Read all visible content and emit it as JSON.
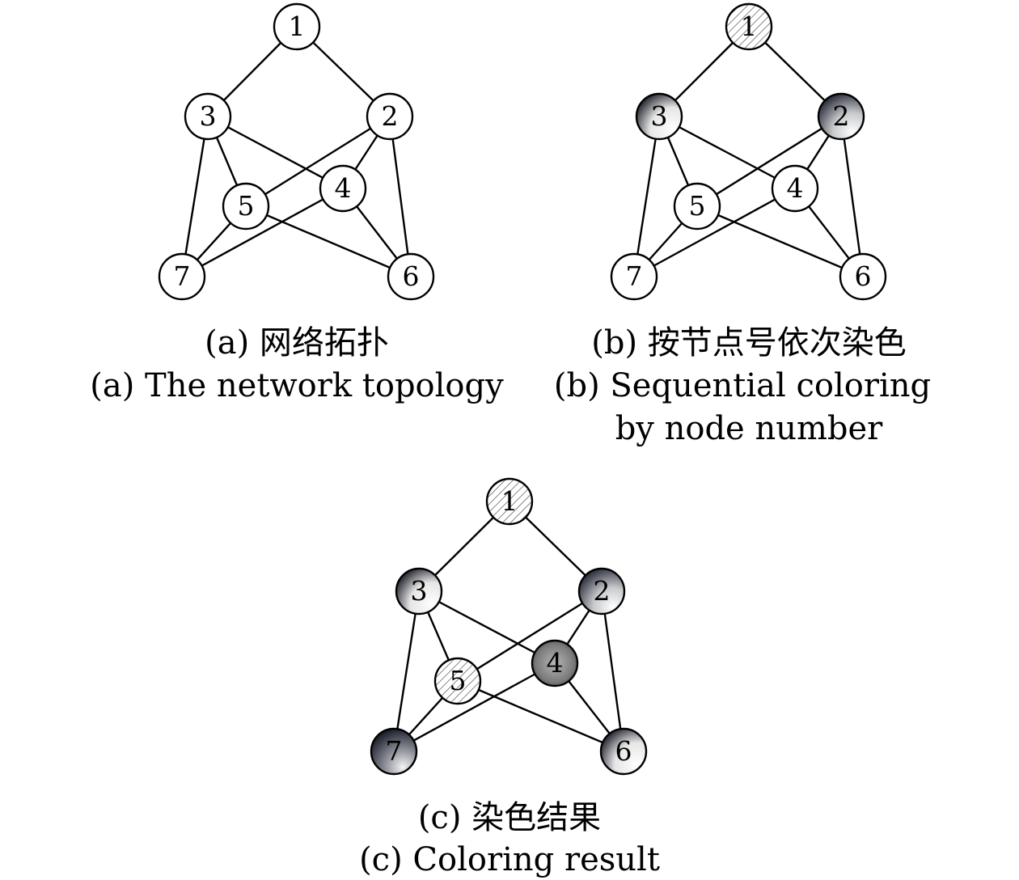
{
  "panels": [
    {
      "id": "a",
      "caption_cn": "(a) 网络拓扑",
      "caption_en": [
        "(a) The network topology"
      ],
      "nodes": [
        {
          "id": "1",
          "style": "plain"
        },
        {
          "id": "2",
          "style": "plain"
        },
        {
          "id": "3",
          "style": "plain"
        },
        {
          "id": "4",
          "style": "plain"
        },
        {
          "id": "5",
          "style": "plain"
        },
        {
          "id": "6",
          "style": "plain"
        },
        {
          "id": "7",
          "style": "plain"
        }
      ]
    },
    {
      "id": "b",
      "caption_cn": "(b) 按节点号依次染色",
      "caption_en": [
        "(b) Sequential coloring",
        "by node number"
      ],
      "nodes": [
        {
          "id": "1",
          "style": "hatched"
        },
        {
          "id": "2",
          "style": "dark"
        },
        {
          "id": "3",
          "style": "light"
        },
        {
          "id": "4",
          "style": "plain"
        },
        {
          "id": "5",
          "style": "plain"
        },
        {
          "id": "6",
          "style": "plain"
        },
        {
          "id": "7",
          "style": "plain"
        }
      ]
    },
    {
      "id": "c",
      "caption_cn": "(c) 染色结果",
      "caption_en": [
        "(c) Coloring result"
      ],
      "nodes": [
        {
          "id": "1",
          "style": "hatched"
        },
        {
          "id": "2",
          "style": "dark"
        },
        {
          "id": "3",
          "style": "light"
        },
        {
          "id": "4",
          "style": "medium"
        },
        {
          "id": "5",
          "style": "hatched"
        },
        {
          "id": "6",
          "style": "light"
        },
        {
          "id": "7",
          "style": "darkest"
        }
      ]
    }
  ],
  "edges": [
    [
      "1",
      "3"
    ],
    [
      "1",
      "2"
    ],
    [
      "3",
      "5"
    ],
    [
      "3",
      "4"
    ],
    [
      "3",
      "7"
    ],
    [
      "2",
      "5"
    ],
    [
      "2",
      "4"
    ],
    [
      "2",
      "6"
    ],
    [
      "5",
      "6"
    ],
    [
      "5",
      "7"
    ],
    [
      "4",
      "7"
    ],
    [
      "4",
      "6"
    ]
  ],
  "colors": {
    "stroke": "#000000",
    "plain_fill": "#ffffff",
    "hatch": "#555555",
    "dark_core": "#2c2f3a",
    "medium_core": "#6b6b6b",
    "darkest_core": "#1c1f2b"
  }
}
